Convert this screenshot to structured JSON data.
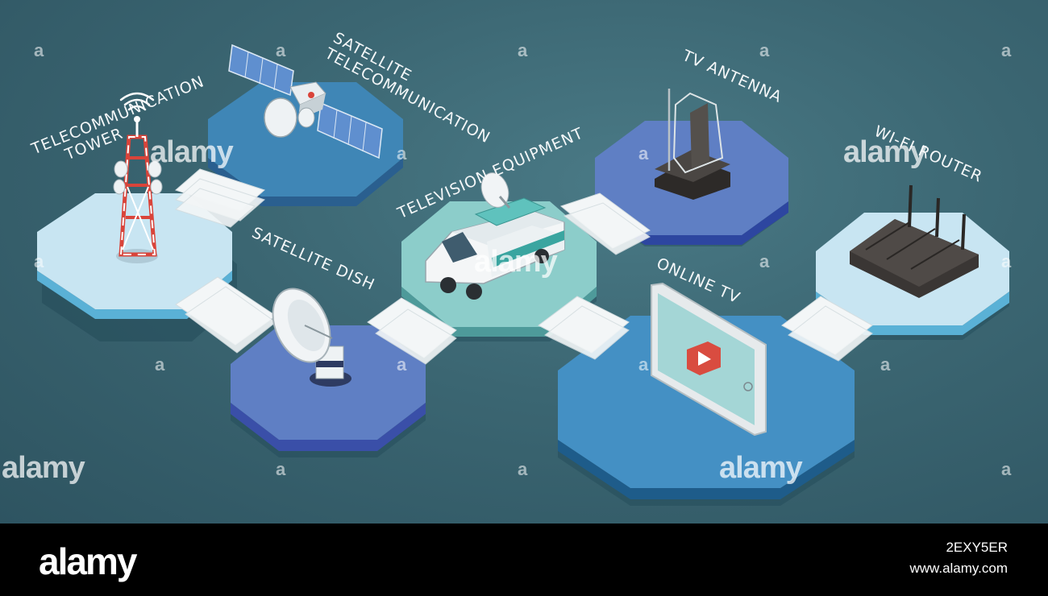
{
  "labels": {
    "telecom_tower": "TELECOMMUNICATION\nTOWER",
    "satellite_telecom": "SATELLITE\nTELECOMMUNICATION",
    "television_equipment": "TELEVISION EQUIPMENT",
    "tv_antenna": "TV ANTENNA",
    "wifi_router": "WI-FI ROUTER",
    "satellite_dish": "SATELLITE DISH",
    "online_tv": "ONLINE TV"
  },
  "watermark": {
    "text": "alamy",
    "mark": "a"
  },
  "footer": {
    "logo": "alamy",
    "image_id": "2EXY5ER",
    "url": "www.alamy.com"
  },
  "colors": {
    "background": "#3b6672",
    "platform_light": "#c8e5f2",
    "platform_blue": "#3f86b6",
    "platform_indigo": "#5f7fc4",
    "platform_teal": "#8ccdca",
    "play_button": "#d94c40"
  }
}
